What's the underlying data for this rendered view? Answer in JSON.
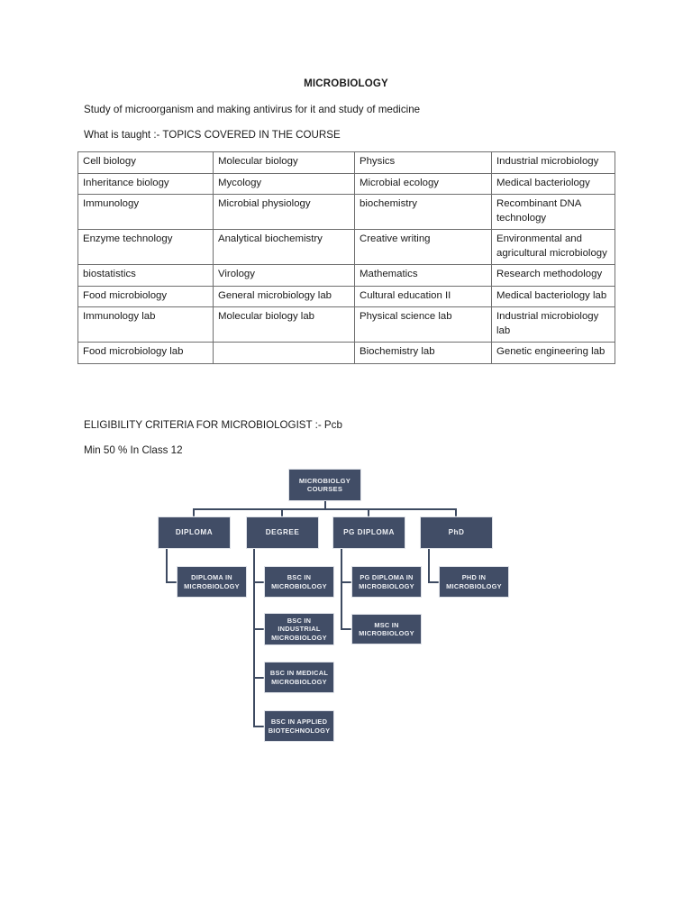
{
  "document": {
    "title": "MICROBIOLOGY",
    "intro": "Study of microorganism and making antivirus for it and study of medicine",
    "taught_heading": "What is taught :- TOPICS COVERED IN THE COURSE",
    "eligibility": "ELIGIBILITY CRITERIA FOR MICROBIOLOGIST :- Pcb",
    "minimum_marks": "Min 50 % In Class 12"
  },
  "topics_table": {
    "rows": [
      [
        "Cell biology",
        "Molecular biology",
        "Physics",
        "Industrial microbiology"
      ],
      [
        "Inheritance biology",
        "Mycology",
        "Microbial ecology",
        "Medical bacteriology"
      ],
      [
        "Immunology",
        "Microbial physiology",
        "biochemistry",
        "Recombinant DNA technology"
      ],
      [
        "Enzyme technology",
        "Analytical biochemistry",
        "Creative writing",
        "Environmental and agricultural microbiology"
      ],
      [
        "biostatistics",
        "Virology",
        "Mathematics",
        "Research methodology"
      ],
      [
        "Food microbiology",
        "General microbiology lab",
        "Cultural education II",
        "Medical bacteriology lab"
      ],
      [
        "Immunology lab",
        "Molecular biology lab",
        "Physical science lab",
        "Industrial microbiology lab"
      ],
      [
        "Food microbiology lab",
        "",
        "Biochemistry lab",
        "Genetic engineering lab"
      ]
    ]
  },
  "org_chart": {
    "node_fill": "#414d66",
    "node_border": "#dfe2e8",
    "connector_color": "#3d4a61",
    "root": "MICROBIOLGY COURSES",
    "level2": [
      "DIPLOMA",
      "DEGREE",
      "PG DIPLOMA",
      "PhD"
    ],
    "level3": {
      "diploma": [
        "DIPLOMA IN MICROBIOLOGY"
      ],
      "degree": [
        "BSC IN MICROBIOLOGY",
        "BSC IN INDUSTRIAL MICROBIOLOGY",
        "BSC IN MEDICAL MICROBIOLOGY",
        "BSC IN APPLIED BIOTECHNOLOGY"
      ],
      "pg_diploma": [
        "PG DIPLOMA IN MICROBIOLOGY",
        "MSC IN MICROBIOLOGY"
      ],
      "phd": [
        "PHD IN MICROBIOLOGY"
      ]
    }
  }
}
